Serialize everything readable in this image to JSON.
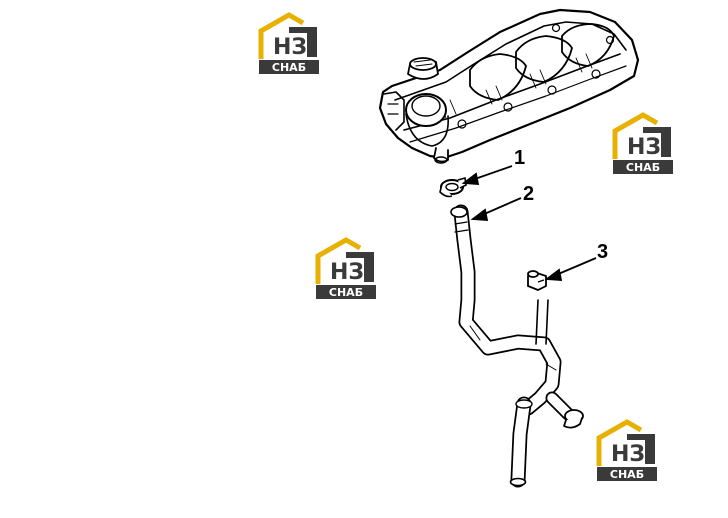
{
  "callouts": [
    {
      "number": "1"
    },
    {
      "number": "2"
    },
    {
      "number": "3"
    }
  ],
  "logo": {
    "letters": "НЗ",
    "caption": "СНАБ",
    "colors": {
      "gold": "#e8b000",
      "dark": "#3a3a3a",
      "white": "#ffffff"
    }
  },
  "colors": {
    "line": "#000000",
    "background": "#ffffff"
  }
}
